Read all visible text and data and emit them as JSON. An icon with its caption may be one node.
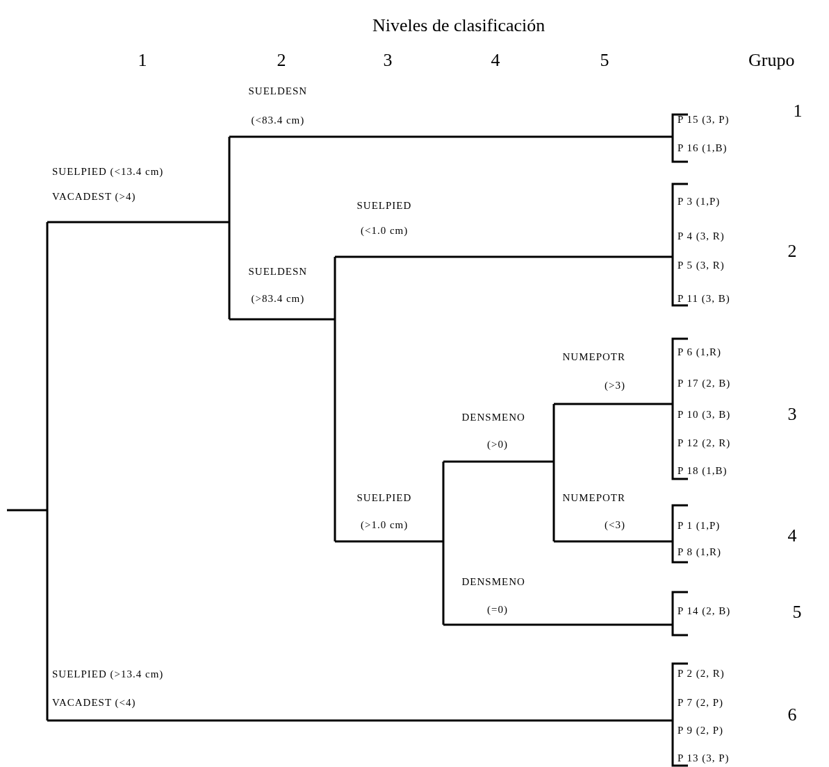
{
  "diagram": {
    "title": "Niveles de clasificación",
    "labels": [
      "1",
      "2",
      "3",
      "4",
      "5",
      "Grupo",
      "SUELDESN",
      "(<83.4 cm)",
      "P 15 (3, P)",
      "1",
      "P 16 (1,B)",
      "SUELPIED (<13.4 cm)",
      "VACADEST (>4)",
      "SUELPIED",
      "P 3 (1,P)",
      "(<1.0 cm)",
      "P 4 (3, R)",
      "2",
      "P 5 (3, R)",
      "SUELDESN",
      "(>83.4 cm)",
      "P 11 (3, B)",
      "P 6 (1,R)",
      "NUMEPOTR",
      "(>3)",
      "P 17 (2, B)",
      "DENSMENO",
      "P 10 (3, B)",
      "3",
      "(>0)",
      "P 12 (2, R)",
      "P 18 (1,B)",
      "SUELPIED",
      "NUMEPOTR",
      "(>1.0 cm)",
      "(<3)",
      "P 1 (1,P)",
      "4",
      "P 8 (1,R)",
      "DENSMENO",
      "(=0)",
      "P 14 (2, B)",
      "5",
      "SUELPIED (>13.4 cm)",
      "P 2 (2, R)",
      "VACADEST (<4)",
      "P 7 (2, P)",
      "6",
      "P 9 (2, P)",
      "P 13 (3, P)"
    ]
  }
}
